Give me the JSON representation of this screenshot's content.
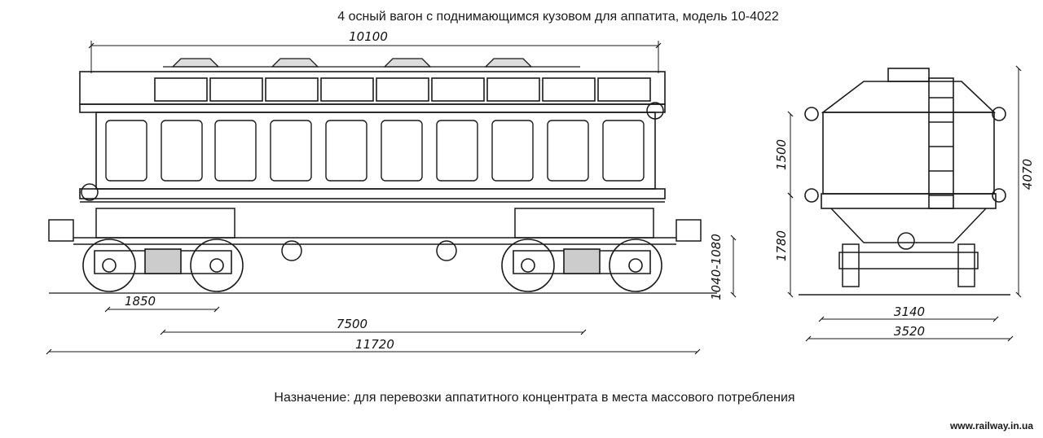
{
  "title": "4 осный вагон с поднимающимся кузовом для аппатита, модель 10-4022",
  "caption": "Назначение: для перевозки аппатитного концентрата в места массового потребления",
  "watermark": "www.railway.in.ua",
  "dimensions": {
    "body_length": "10100",
    "bogie_base": "1850",
    "bogie_centers": "7500",
    "overall_length": "11720",
    "coupler_height": "1040-1080",
    "body_height": "1500",
    "frame_height": "1780",
    "total_height": "4070",
    "width_inner": "3140",
    "width_outer": "3520"
  },
  "colors": {
    "ink": "#1a1a1a",
    "background": "#ffffff"
  }
}
